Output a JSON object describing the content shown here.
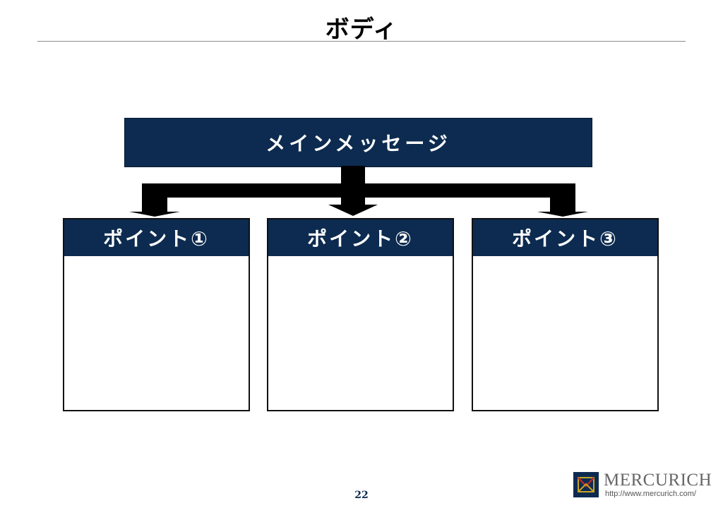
{
  "slide": {
    "title": "ボディ",
    "main_message": "メインメッセージ",
    "points": [
      {
        "label": "ポイント①"
      },
      {
        "label": "ポイント②"
      },
      {
        "label": "ポイント③"
      }
    ],
    "page_number": "22"
  },
  "branding": {
    "name": "MERCURICH",
    "url": "http://www.mercurich.com/"
  },
  "colors": {
    "navy": "#0d2b50",
    "connector": "#000000",
    "logo_gold": "#c9a227",
    "logo_red": "#b0282e"
  }
}
